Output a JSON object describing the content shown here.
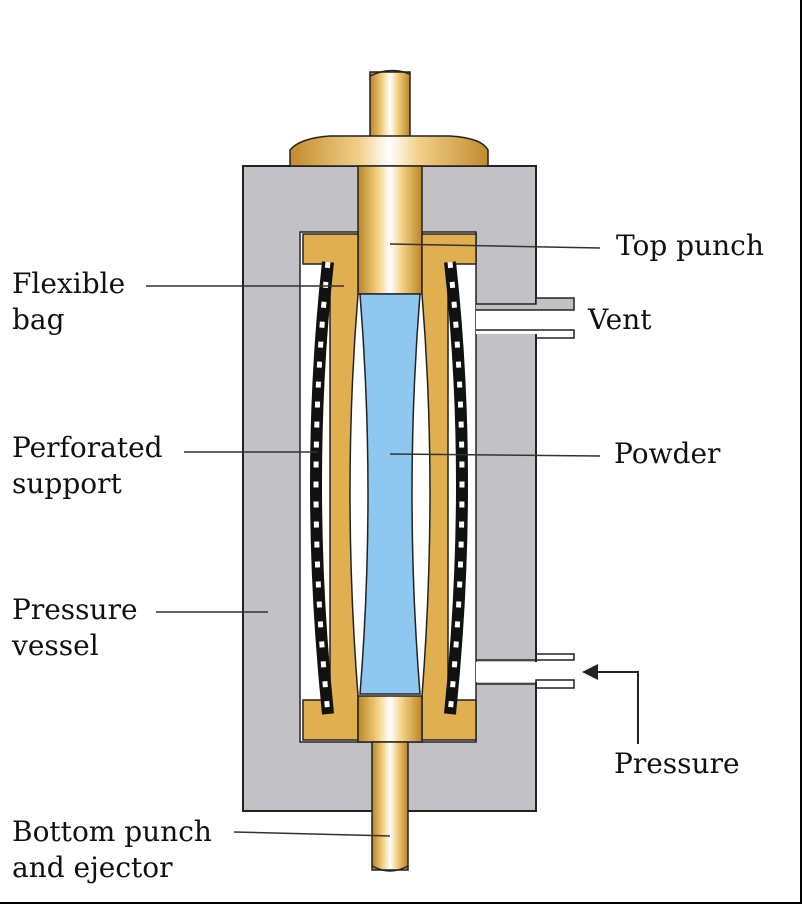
{
  "labels": {
    "top_punch": "Top punch",
    "vent": "Vent",
    "flexible_bag": [
      "Flexible",
      "bag"
    ],
    "perforated_support": [
      "Perforated",
      "support"
    ],
    "powder": "Powder",
    "pressure_vessel": [
      "Pressure",
      "vessel"
    ],
    "pressure": "Pressure",
    "bottom_punch": [
      "Bottom punch",
      "and ejector"
    ]
  },
  "colors": {
    "vessel": "#c2c2c6",
    "punch": "#e0b050",
    "powder": "#8ec8f0",
    "outline": "#222222",
    "cavity": "#ffffff"
  }
}
